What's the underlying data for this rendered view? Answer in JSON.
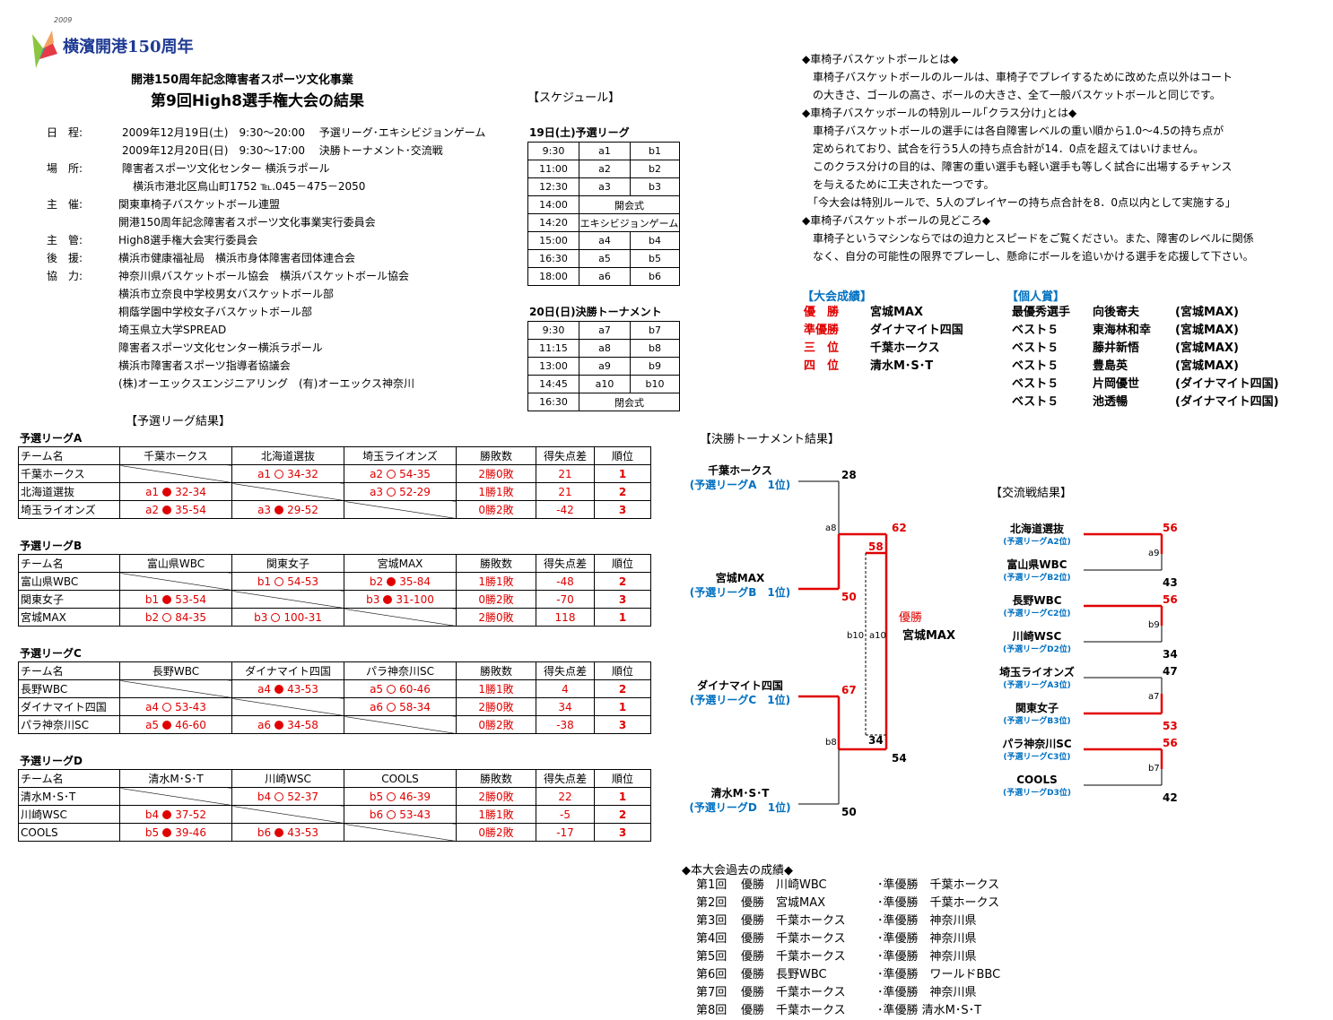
{
  "logo": {
    "text": "横濱開港150周年",
    "year": "2009"
  },
  "header": {
    "line1": "開港150周年記念障害者スポーツ文化事業",
    "title": "第9回High8選手権大会の結果"
  },
  "info": [
    {
      "label": "日　程:",
      "value": "2009年12月19日(土)　9:30～20:00　 予選リーグ･エキシビジョンゲーム"
    },
    {
      "label": "",
      "value": "2009年12月20日(日)　9:30～17:00　 決勝トーナメント･交流戦"
    },
    {
      "label": "場　所:",
      "value": "障害者スポーツ文化センター 横浜ラポール"
    },
    {
      "label": "",
      "value": "横浜市港北区鳥山町1752 ℡.045－475－2050"
    },
    {
      "label": "主　催:",
      "value": "関東車椅子バスケットボール連盟"
    },
    {
      "label": "",
      "value": "開港150周年記念障害者スポーツ文化事業実行委員会"
    },
    {
      "label": "主　管:",
      "value": "High8選手権大会実行委員会"
    },
    {
      "label": "後　援:",
      "value": "横浜市健康福祉局　横浜市身体障害者団体連合会"
    },
    {
      "label": "協　力:",
      "value": "神奈川県バスケットボール協会　横浜バスケットボール協会"
    },
    {
      "label": "",
      "value": "横浜市立奈良中学校男女バスケットボール部"
    },
    {
      "label": "",
      "value": "桐蔭学園中学校女子バスケットボール部"
    },
    {
      "label": "",
      "value": "埼玉県立大学SPREAD"
    },
    {
      "label": "",
      "value": "障害者スポーツ文化センター横浜ラポール"
    },
    {
      "label": "",
      "value": "横浜市障害者スポーツ指導者協議会"
    },
    {
      "label": "",
      "value": "(株)オーエックスエンジニアリング　(有)オーエックス神奈川"
    }
  ],
  "schedule": {
    "heading": "【スケジュール】",
    "day1": {
      "title": "19日(土)予選リーグ",
      "rows": [
        [
          "9:30",
          "a1",
          "b1"
        ],
        [
          "11:00",
          "a2",
          "b2"
        ],
        [
          "12:30",
          "a3",
          "b3"
        ],
        [
          "14:00",
          "開会式",
          ""
        ],
        [
          "14:20",
          "エキシビジョンゲーム",
          ""
        ],
        [
          "15:00",
          "a4",
          "b4"
        ],
        [
          "16:30",
          "a5",
          "b5"
        ],
        [
          "18:00",
          "a6",
          "b6"
        ]
      ]
    },
    "day2": {
      "title": "20日(日)決勝トーナメント",
      "rows": [
        [
          "9:30",
          "a7",
          "b7"
        ],
        [
          "11:15",
          "a8",
          "b8"
        ],
        [
          "13:00",
          "a9",
          "b9"
        ],
        [
          "14:45",
          "a10",
          "b10"
        ],
        [
          "16:30",
          "閉会式",
          ""
        ]
      ]
    }
  },
  "rules": {
    "lines": [
      "◆車椅子バスケットボールとは◆",
      "　車椅子バスケットボールのルールは、車椅子でプレイするために改めた点以外はコート",
      "　の大きさ、ゴールの高さ、ボールの大きさ、全て一般バスケットボールと同じです。",
      "◆車椅子バスケッボールの特別ルール｢クラス分け｣とは◆",
      "　車椅子バスケットボールの選手には各自障害レベルの重い順から1.0～4.5の持ち点が",
      "　定められており、試合を行う5人の持ち点合計が14．0点を超えてはいけません。",
      "　このクラス分けの目的は、障害の重い選手も軽い選手も等しく試合に出場するチャンス",
      "　を与えるために工夫された一つです。",
      "　｢今大会は特別ルールで、5人のプレイヤーの持ち点合計を8．0点以内として実施する｣",
      "◆車椅子バスケットボールの見どころ◆",
      "　車椅子というマシンならではの迫力とスピードをご覧ください。また、障害のレベルに関係",
      "　なく、自分の可能性の限界でプレーし、懸命にボールを追いかける選手を応援して下さい。"
    ]
  },
  "results": {
    "heading": "【大会成績】",
    "rows": [
      {
        "rank": "優　勝",
        "team": "宮城MAX"
      },
      {
        "rank": "準優勝",
        "team": "ダイナマイト四国"
      },
      {
        "rank": "三　位",
        "team": "千葉ホークス"
      },
      {
        "rank": "四　位",
        "team": "清水M･S･T"
      }
    ]
  },
  "awards": {
    "heading": "【個人賞】",
    "rows": [
      {
        "award": "最優秀選手",
        "name": "向後寄夫",
        "team": "(宮城MAX)"
      },
      {
        "award": "ベスト５",
        "name": "東海林和幸",
        "team": "(宮城MAX)"
      },
      {
        "award": "ベスト５",
        "name": "藤井新悟",
        "team": "(宮城MAX)"
      },
      {
        "award": "ベスト５",
        "name": "豊島英",
        "team": "(宮城MAX)"
      },
      {
        "award": "ベスト５",
        "name": "片岡優世",
        "team": "(ダイナマイト四国)"
      },
      {
        "award": "ベスト５",
        "name": "池透暢",
        "team": "(ダイナマイト四国)"
      }
    ]
  },
  "league_heading": "【予選リーグ結果】",
  "table_labels": {
    "team": "チーム名",
    "record": "勝敗数",
    "diff": "得失点差",
    "rank": "順位"
  },
  "leagues": [
    {
      "title": "予選リーグA",
      "teams": [
        "千葉ホークス",
        "北海道選抜",
        "埼玉ライオンズ"
      ],
      "rows": [
        {
          "name": "千葉ホークス",
          "cells": [
            null,
            {
              "g": "a1",
              "w": true,
              "s": "34-32"
            },
            {
              "g": "a2",
              "w": true,
              "s": "54-35"
            }
          ],
          "record": "2勝0敗",
          "diff": "21",
          "rank": "1"
        },
        {
          "name": "北海道選抜",
          "cells": [
            {
              "g": "a1",
              "w": false,
              "s": "32-34"
            },
            null,
            {
              "g": "a3",
              "w": true,
              "s": "52-29"
            }
          ],
          "record": "1勝1敗",
          "diff": "21",
          "rank": "2"
        },
        {
          "name": "埼玉ライオンズ",
          "cells": [
            {
              "g": "a2",
              "w": false,
              "s": "35-54"
            },
            {
              "g": "a3",
              "w": false,
              "s": "29-52"
            },
            null
          ],
          "record": "0勝2敗",
          "diff": "-42",
          "rank": "3"
        }
      ]
    },
    {
      "title": "予選リーグB",
      "teams": [
        "富山県WBC",
        "関東女子",
        "宮城MAX"
      ],
      "rows": [
        {
          "name": "富山県WBC",
          "cells": [
            null,
            {
              "g": "b1",
              "w": true,
              "s": "54-53"
            },
            {
              "g": "b2",
              "w": false,
              "s": "35-84"
            }
          ],
          "record": "1勝1敗",
          "diff": "-48",
          "rank": "2"
        },
        {
          "name": "関東女子",
          "cells": [
            {
              "g": "b1",
              "w": false,
              "s": "53-54"
            },
            null,
            {
              "g": "b3",
              "w": false,
              "s": "31-100"
            }
          ],
          "record": "0勝2敗",
          "diff": "-70",
          "rank": "3"
        },
        {
          "name": "宮城MAX",
          "cells": [
            {
              "g": "b2",
              "w": true,
              "s": "84-35"
            },
            {
              "g": "b3",
              "w": true,
              "s": "100-31"
            },
            null
          ],
          "record": "2勝0敗",
          "diff": "118",
          "rank": "1"
        }
      ]
    },
    {
      "title": "予選リーグC",
      "teams": [
        "長野WBC",
        "ダイナマイト四国",
        "パラ神奈川SC"
      ],
      "rows": [
        {
          "name": "長野WBC",
          "cells": [
            null,
            {
              "g": "a4",
              "w": false,
              "s": "43-53"
            },
            {
              "g": "a5",
              "w": true,
              "s": "60-46"
            }
          ],
          "record": "1勝1敗",
          "diff": "4",
          "rank": "2"
        },
        {
          "name": "ダイナマイト四国",
          "cells": [
            {
              "g": "a4",
              "w": true,
              "s": "53-43"
            },
            null,
            {
              "g": "a6",
              "w": true,
              "s": "58-34"
            }
          ],
          "record": "2勝0敗",
          "diff": "34",
          "rank": "1"
        },
        {
          "name": "パラ神奈川SC",
          "cells": [
            {
              "g": "a5",
              "w": false,
              "s": "46-60"
            },
            {
              "g": "a6",
              "w": false,
              "s": "34-58"
            },
            null
          ],
          "record": "0勝2敗",
          "diff": "-38",
          "rank": "3"
        }
      ]
    },
    {
      "title": "予選リーグD",
      "teams": [
        "清水M･S･T",
        "川崎WSC",
        "COOLS"
      ],
      "rows": [
        {
          "name": "清水M･S･T",
          "cells": [
            null,
            {
              "g": "b4",
              "w": true,
              "s": "52-37"
            },
            {
              "g": "b5",
              "w": true,
              "s": "46-39"
            }
          ],
          "record": "2勝0敗",
          "diff": "22",
          "rank": "1"
        },
        {
          "name": "川崎WSC",
          "cells": [
            {
              "g": "b4",
              "w": false,
              "s": "37-52"
            },
            null,
            {
              "g": "b6",
              "w": true,
              "s": "53-43"
            }
          ],
          "record": "1勝1敗",
          "diff": "-5",
          "rank": "2"
        },
        {
          "name": "COOLS",
          "cells": [
            {
              "g": "b5",
              "w": false,
              "s": "39-46"
            },
            {
              "g": "b6",
              "w": false,
              "s": "43-53"
            },
            null
          ],
          "record": "0勝2敗",
          "diff": "-17",
          "rank": "3"
        }
      ]
    }
  ],
  "tournament": {
    "heading": "【決勝トーナメント結果】",
    "entries": [
      {
        "team": "千葉ホークス",
        "seed": "(予選リーグA　1位)"
      },
      {
        "team": "宮城MAX",
        "seed": "(予選リーグB　1位)"
      },
      {
        "team": "ダイナマイト四国",
        "seed": "(予選リーグC　1位)"
      },
      {
        "team": "清水M･S･T",
        "seed": "(予選リーグD　1位)"
      }
    ],
    "scores": {
      "s28": "28",
      "s50a": "50",
      "s62": "62",
      "s58": "58",
      "s67": "67",
      "s50b": "50",
      "s34": "34",
      "s54": "54"
    },
    "games": {
      "a8": "a8",
      "b8": "b8",
      "a10": "a10",
      "b10": "b10"
    },
    "champion_label": "優勝",
    "champion": "宮城MAX"
  },
  "exchange": {
    "heading": "【交流戦結果】",
    "matches": [
      {
        "t1": "北海道選抜",
        "s1seed": "(予選リーグA2位)",
        "t2": "富山県WBC",
        "s2seed": "(予選リーグB2位)",
        "score1": "56",
        "score2": "43",
        "game": "a9"
      },
      {
        "t1": "長野WBC",
        "s1seed": "(予選リーグC2位)",
        "t2": "川崎WSC",
        "s2seed": "(予選リーグD2位)",
        "score1": "56",
        "score2": "34",
        "game": "b9"
      },
      {
        "t1": "埼玉ライオンズ",
        "s1seed": "(予選リーグA3位)",
        "t2": "関東女子",
        "s2seed": "(予選リーグB3位)",
        "score1": "47",
        "score2": "53",
        "game": "a7"
      },
      {
        "t1": "パラ神奈川SC",
        "s1seed": "(予選リーグC3位)",
        "t2": "COOLS",
        "s2seed": "(予選リーグD3位)",
        "score1": "56",
        "score2": "42",
        "game": "b7"
      }
    ]
  },
  "history": {
    "heading": "◆本大会過去の成績◆",
    "rows": [
      {
        "no": "第1回",
        "win": "優勝　川崎WBC",
        "second": "･準優勝　千葉ホークス"
      },
      {
        "no": "第2回",
        "win": "優勝　宮城MAX",
        "second": "･準優勝　千葉ホークス"
      },
      {
        "no": "第3回",
        "win": "優勝　千葉ホークス",
        "second": "･準優勝　神奈川県"
      },
      {
        "no": "第4回",
        "win": "優勝　千葉ホークス",
        "second": "･準優勝　神奈川県"
      },
      {
        "no": "第5回",
        "win": "優勝　千葉ホークス",
        "second": "･準優勝　神奈川県"
      },
      {
        "no": "第6回",
        "win": "優勝　長野WBC",
        "second": "･準優勝　ワールドBBC"
      },
      {
        "no": "第7回",
        "win": "優勝　千葉ホークス",
        "second": "･準優勝　神奈川県"
      },
      {
        "no": "第8回",
        "win": "優勝　千葉ホークス",
        "second": "･準優勝 清水M･S･T"
      }
    ]
  }
}
